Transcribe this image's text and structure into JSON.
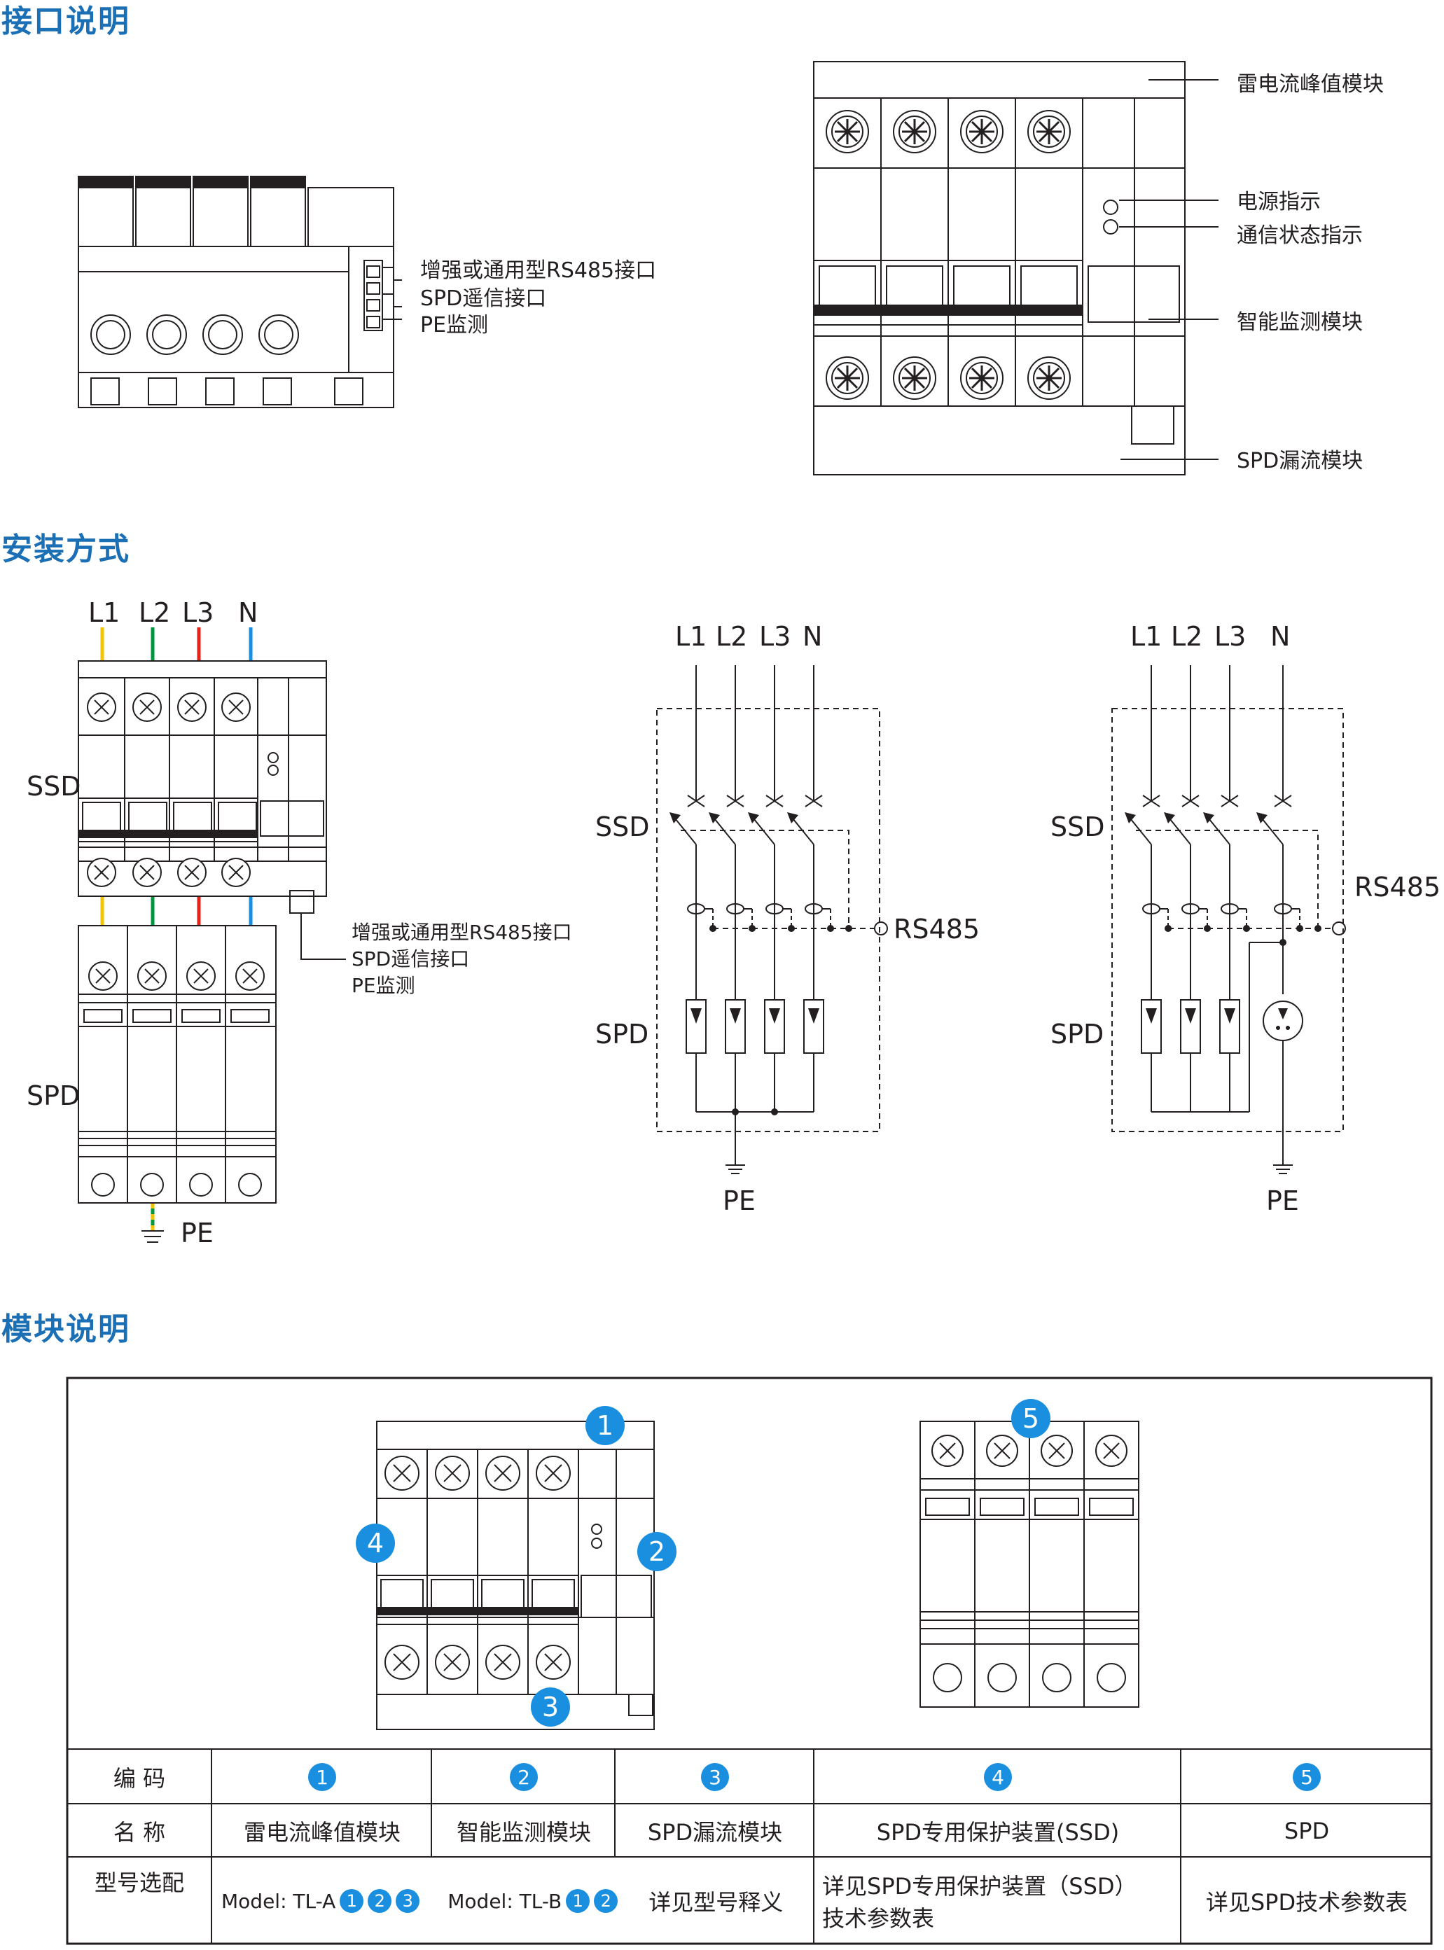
{
  "sections": {
    "interface": "接口说明",
    "install": "安装方式",
    "module": "模块说明"
  },
  "interface": {
    "port_labels": [
      "增强或通用型RS485接口",
      "SPD遥信接口",
      "PE监测"
    ],
    "callouts": [
      "雷电流峰值模块",
      "电源指示",
      "通信状态指示",
      "智能监测模块",
      "SPD漏流模块"
    ]
  },
  "install": {
    "phases": [
      "L1",
      "L2",
      "L3",
      "N"
    ],
    "ssd": "SSD",
    "spd": "SPD",
    "pe": "PE",
    "rs485": "RS485",
    "port_labels": [
      "增强或通用型RS485接口",
      "SPD遥信接口",
      "PE监测"
    ]
  },
  "module": {
    "callout_numbers": [
      "1",
      "2",
      "3",
      "4",
      "5"
    ],
    "table": {
      "row_headers": [
        "编 码",
        "名 称",
        "型号选配"
      ],
      "codes": [
        "1",
        "2",
        "3",
        "4",
        "5"
      ],
      "names": [
        "雷电流峰值模块",
        "智能监测模块",
        "SPD漏流模块",
        "SPD专用保护装置(SSD)",
        "SPD"
      ],
      "model_a_prefix": "Model: TL-A",
      "model_a_badges": [
        "1",
        "2",
        "3"
      ],
      "model_b_prefix": "Model: TL-B",
      "model_b_badges": [
        "1",
        "2"
      ],
      "model_text": "详见型号释义",
      "ssd_ref_line1": "详见SPD专用保护装置（SSD）",
      "ssd_ref_line2": "技术参数表",
      "spd_ref": "详见SPD技术参数表"
    }
  },
  "colors": {
    "title": "#1a6fb5",
    "badge": "#1a8fe0",
    "L1": "#f2c500",
    "L2": "#00963f",
    "L3": "#e2231a",
    "N": "#1a8fe0"
  }
}
